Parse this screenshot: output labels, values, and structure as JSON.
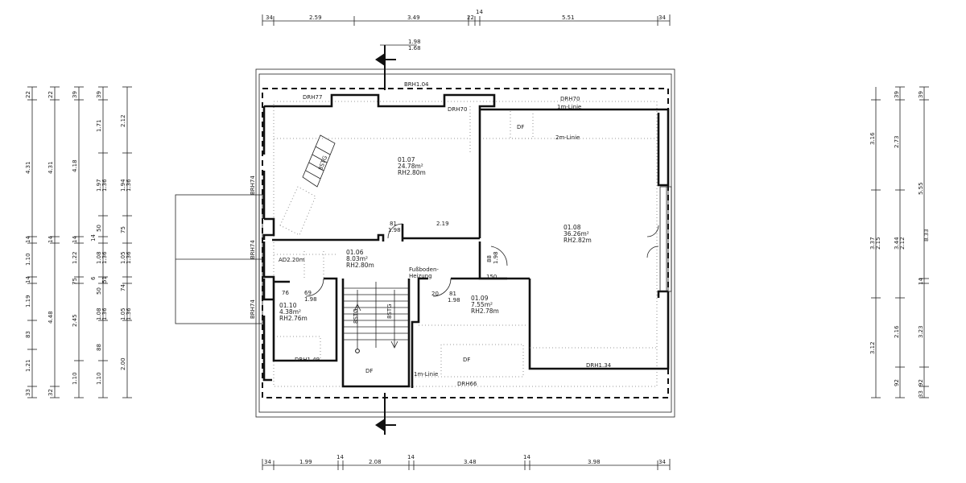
{
  "dimensions": {
    "top": [
      "34",
      "2.59",
      "3.49",
      "22",
      "14",
      "5.51",
      "34"
    ],
    "bottom": [
      "34",
      "1.99",
      "14",
      "2.08",
      "14",
      "3.48",
      "14",
      "3.98",
      "34"
    ],
    "left_col1": [
      "22",
      "4.31",
      "14",
      "1.10",
      "14",
      "1.19",
      "83",
      "1.21",
      "33"
    ],
    "left_col2": [
      "22",
      "4.31",
      "14",
      "4.48",
      "32"
    ],
    "left_col3": [
      "39",
      "4.18",
      "14",
      "1.22",
      "75",
      "2.45",
      "1.10"
    ],
    "left_col4": [
      "39",
      "1.71",
      "1.97",
      "1.36",
      "50",
      "14",
      "1.08",
      "1.36",
      "6",
      "50",
      "51",
      "1.08",
      "1.36",
      "88",
      "1.10"
    ],
    "left_col5": [
      "2.12",
      "1.94",
      "1.36",
      "75",
      "1.05",
      "1.36",
      "74",
      "1.05",
      "1.36",
      "2.00"
    ],
    "right_col1": [
      "3.16",
      "3.37",
      "2.15",
      "3.12"
    ],
    "right_col2": [
      "39",
      "2.73",
      "3.44",
      "2.12",
      "2.16",
      "92"
    ],
    "right_col3": [
      "39",
      "5.55",
      "8.33",
      "14",
      "3.23",
      "92",
      "33"
    ],
    "door_top": [
      "1.98",
      "1.68"
    ]
  },
  "rooms": [
    {
      "number": "01.07",
      "area": "24.78m²",
      "height": "RH2.80m"
    },
    {
      "number": "01.08",
      "area": "36.26m²",
      "height": "RH2.82m"
    },
    {
      "number": "01.06",
      "area": "8.03m²",
      "height": "RH2.80m"
    },
    {
      "number": "01.10",
      "area": "4.38m²",
      "height": "RH2.76m"
    },
    {
      "number": "01.09",
      "area": "7.55m²",
      "height": "RH2.78m"
    }
  ],
  "labels": {
    "brh104": "BRH1.04",
    "drh77": "DRH77",
    "drh70a": "DRH70",
    "drh70b": "DRH70",
    "line1m_top": "1m-Linie",
    "line2m": "2m-Linie",
    "df1": "DF",
    "df2": "DF",
    "df3": "DF",
    "brh74a": "BRH74",
    "brh74b": "BRH74",
    "brh74c": "BRH74",
    "ad": "AD2.20m",
    "floor_heat1": "Fußboden-",
    "floor_heat2": "Heizung",
    "drh149": "DRH1.49",
    "drh134": "DRH1.34",
    "drh66": "DRH66",
    "line1m_bottom": "1m-Linie",
    "stg_a": "8STG",
    "stg_b": "8STG",
    "stg_c": "8STG",
    "door_81a": "81",
    "door_198a": "1.98",
    "dim_219": "2.19",
    "door_81b": "81",
    "door_198b": "1.98",
    "dim_20": "20",
    "door_76": "76",
    "door_69": "69",
    "door_198c": "1.98",
    "door_88": "88",
    "door_198d": "1.98",
    "dim_150": "150"
  }
}
